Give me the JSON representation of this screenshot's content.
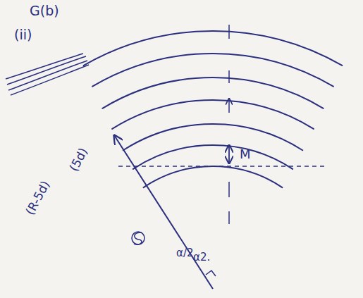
{
  "diagram": {
    "labels": [
      "G(b)",
      "(ii)",
      "(5d)",
      "(R-5d)",
      "M",
      "α/2",
      "α2."
    ]
  }
}
